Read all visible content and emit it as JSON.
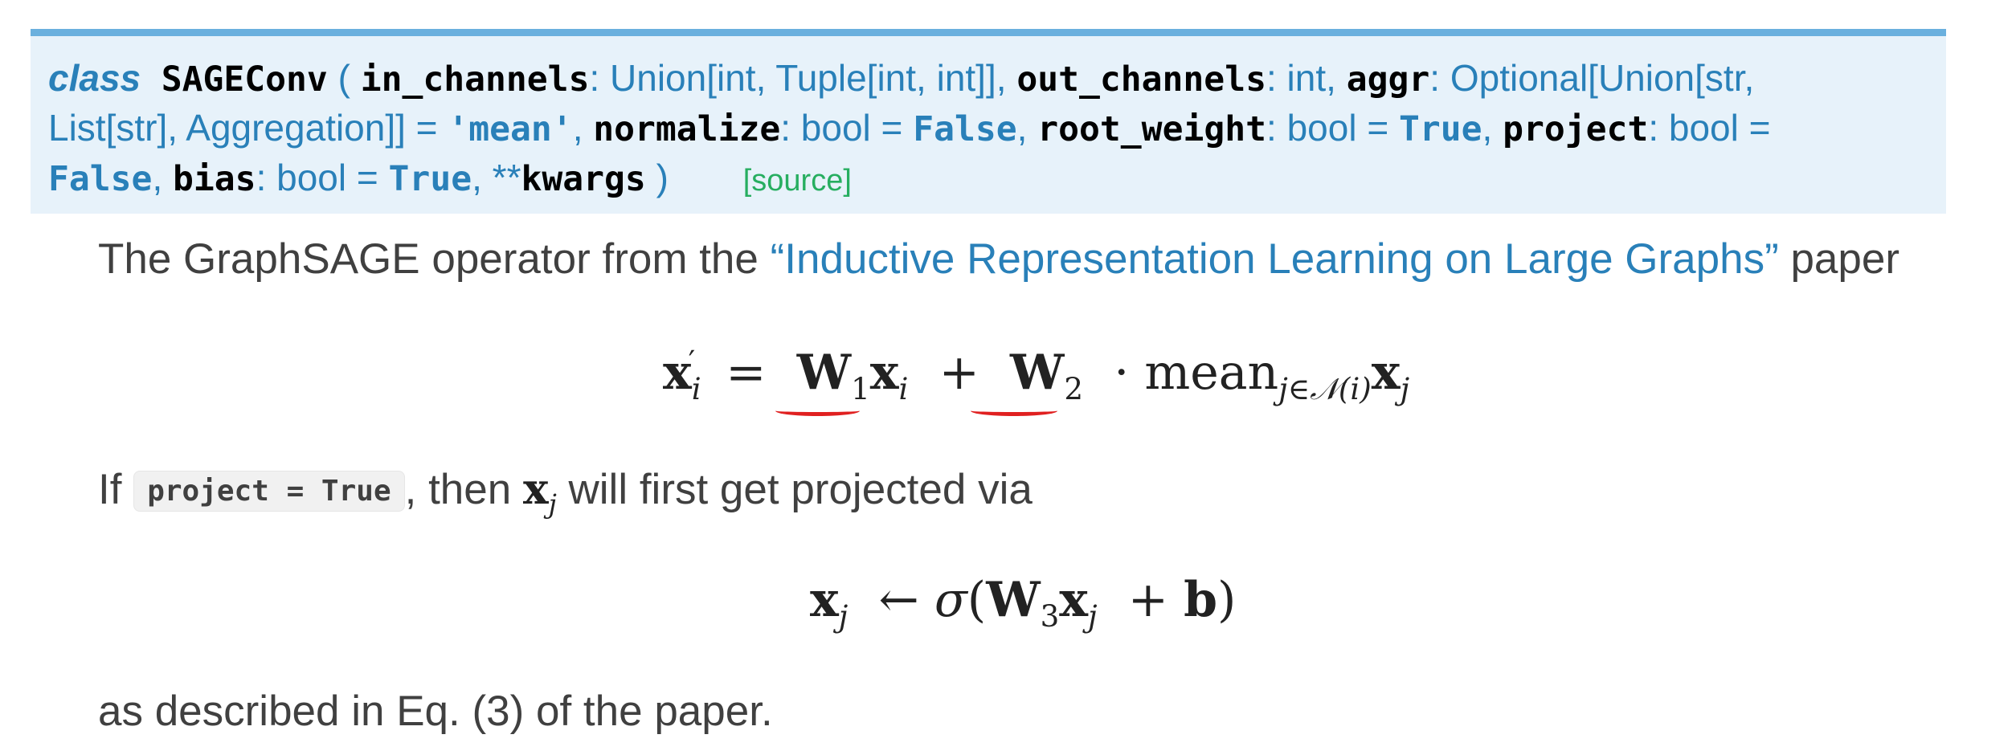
{
  "signature": {
    "keyword": "class",
    "class_name": "SAGEConv",
    "open_paren": "(",
    "close_paren": ")",
    "params": {
      "in_channels": "in_channels",
      "in_channels_type": ": Union[int, Tuple[int, int]],",
      "out_channels": "out_channels",
      "out_channels_type": ": int,",
      "aggr": "aggr",
      "aggr_type": ": Optional[Union[str, List[str], Aggregation]] =",
      "aggr_default": "'mean'",
      "normalize": "normalize",
      "normalize_type": ": bool =",
      "normalize_default": "False",
      "root_weight": "root_weight",
      "root_weight_type": ": bool =",
      "root_weight_default": "True",
      "project": "project",
      "project_type": ": bool =",
      "project_default": "False",
      "bias": "bias",
      "bias_type": ": bool =",
      "bias_default": "True",
      "kwargs_prefix": "**",
      "kwargs": "kwargs"
    },
    "source_link": "[source]"
  },
  "description": {
    "intro_prefix": "The GraphSAGE operator from the ",
    "paper_link": "“Inductive Representation Learning on Large Graphs”",
    "intro_suffix": " paper",
    "project_prefix": "If ",
    "project_code": "project = True",
    "project_suffix_a": ", then ",
    "project_suffix_b": " will first get projected via",
    "closing": "as described in Eq. (3) of the paper."
  },
  "colors": {
    "accent": "#2980b9",
    "signature_bg": "#e7f2fa",
    "signature_border": "#6ab0de",
    "source_link": "#27ae60",
    "annotation": "#e02020"
  }
}
